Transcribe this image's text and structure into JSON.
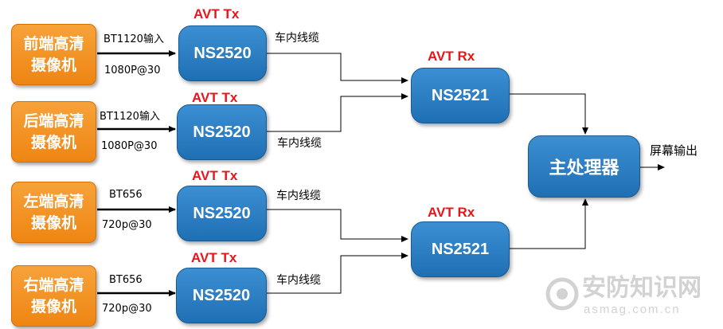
{
  "cameras": [
    "前端高清\n摄像机",
    "后端高清\n摄像机",
    "左端高清\n摄像机",
    "右端高清\n摄像机"
  ],
  "inputs": [
    {
      "top": "BT1120输入",
      "bottom": "1080P@30"
    },
    {
      "top": "BT1120输入",
      "bottom": "1080P@30"
    },
    {
      "top": "BT656",
      "bottom": "720p@30"
    },
    {
      "top": "BT656",
      "bottom": "720p@30"
    }
  ],
  "tx": {
    "title": "AVT Tx",
    "chip": "NS2520"
  },
  "rx": {
    "title": "AVT Rx",
    "chip": "NS2521"
  },
  "cable_label": "车内线缆",
  "processor": "主处理器",
  "output_label": "屏幕输出",
  "watermark": {
    "name": "安防知识网",
    "url": "asmag.com.cn"
  },
  "colors": {
    "camera": "#ee8512",
    "chip": "#1f6fb4",
    "title_red": "#e8151b"
  }
}
